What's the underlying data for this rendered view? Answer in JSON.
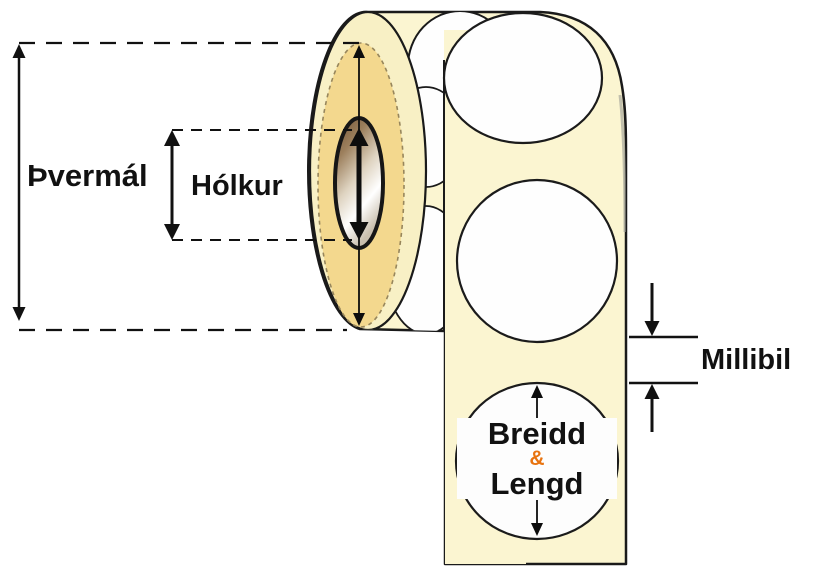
{
  "diagram": {
    "kind": "label-roll-dimension-diagram",
    "labels": {
      "diameter": "Þvermál",
      "core": "Hólkur",
      "gap": "Millibil",
      "size_line1": "Breidd",
      "size_amp": "&",
      "size_line2": "Lengd"
    },
    "colors": {
      "background": "#FFFFFF",
      "roll_body_cream": "#FBF5D1",
      "roll_face_ring": "#F8F0C5",
      "roll_side_tan": "#F3D88E",
      "label_white": "#FEFEFE",
      "outline_black": "#1A1A1A",
      "core_brown": "#6F5134",
      "ampersand_orange": "#E8730F"
    }
  }
}
